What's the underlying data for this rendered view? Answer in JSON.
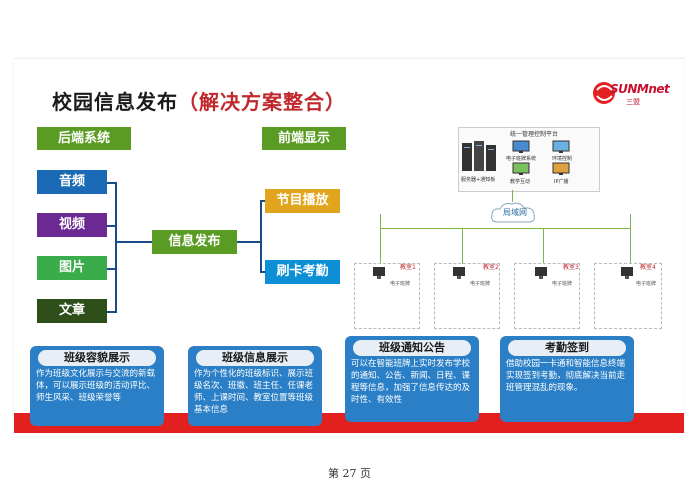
{
  "slide": {
    "title": "校园信息发布",
    "subtitle": "（解决方案整合）",
    "logo_text": "SUNMnet",
    "logo_cn": "三盟"
  },
  "left": {
    "backend_header": "后端系统",
    "frontend_header": "前端显示",
    "sources": [
      "音频",
      "视频",
      "图片",
      "文章"
    ],
    "hub": "信息发布",
    "outputs": [
      "节目播放",
      "刷卡考勤"
    ]
  },
  "diagram": {
    "platform_label": "统一管理控制平台",
    "server_label": "服务器+通知板",
    "client_labels": [
      "电子班牌系统",
      "环境控制",
      "教学互动",
      "IP广播"
    ],
    "network_label": "局域网",
    "rooms": [
      {
        "name": "教室1",
        "device": "电子班牌"
      },
      {
        "name": "教室2",
        "device": "电子班牌"
      },
      {
        "name": "教室3",
        "device": "电子班牌"
      },
      {
        "name": "教室4",
        "device": "电子班牌"
      }
    ]
  },
  "features": [
    {
      "title": "班级容貌展示",
      "text": "作为班级文化展示与交流的新载体，可以展示班级的活动评比、师生风采、班级荣誉等"
    },
    {
      "title": "班级信息展示",
      "text": "作为个性化的班级标识、展示班级名次、班徽、班主任、任课老师、上课时间、教室位置等班级基本信息"
    },
    {
      "title": "班级通知公告",
      "text": "可以在智能班牌上实时发布学校的通知、公告、新闻、日程、课程等信息，加强了信息传达的及时性、有效性"
    },
    {
      "title": "考勤签到",
      "text": "借助校园一卡通和智能信息终端实现签到考勤，彻底解决当前走班管理混乱的现象。"
    }
  ],
  "footer": {
    "page": "第 27 页"
  },
  "colors": {
    "accent_red": "#e1201f",
    "header_green": "#5a9b23",
    "feature_blue": "#2a7fc6"
  }
}
